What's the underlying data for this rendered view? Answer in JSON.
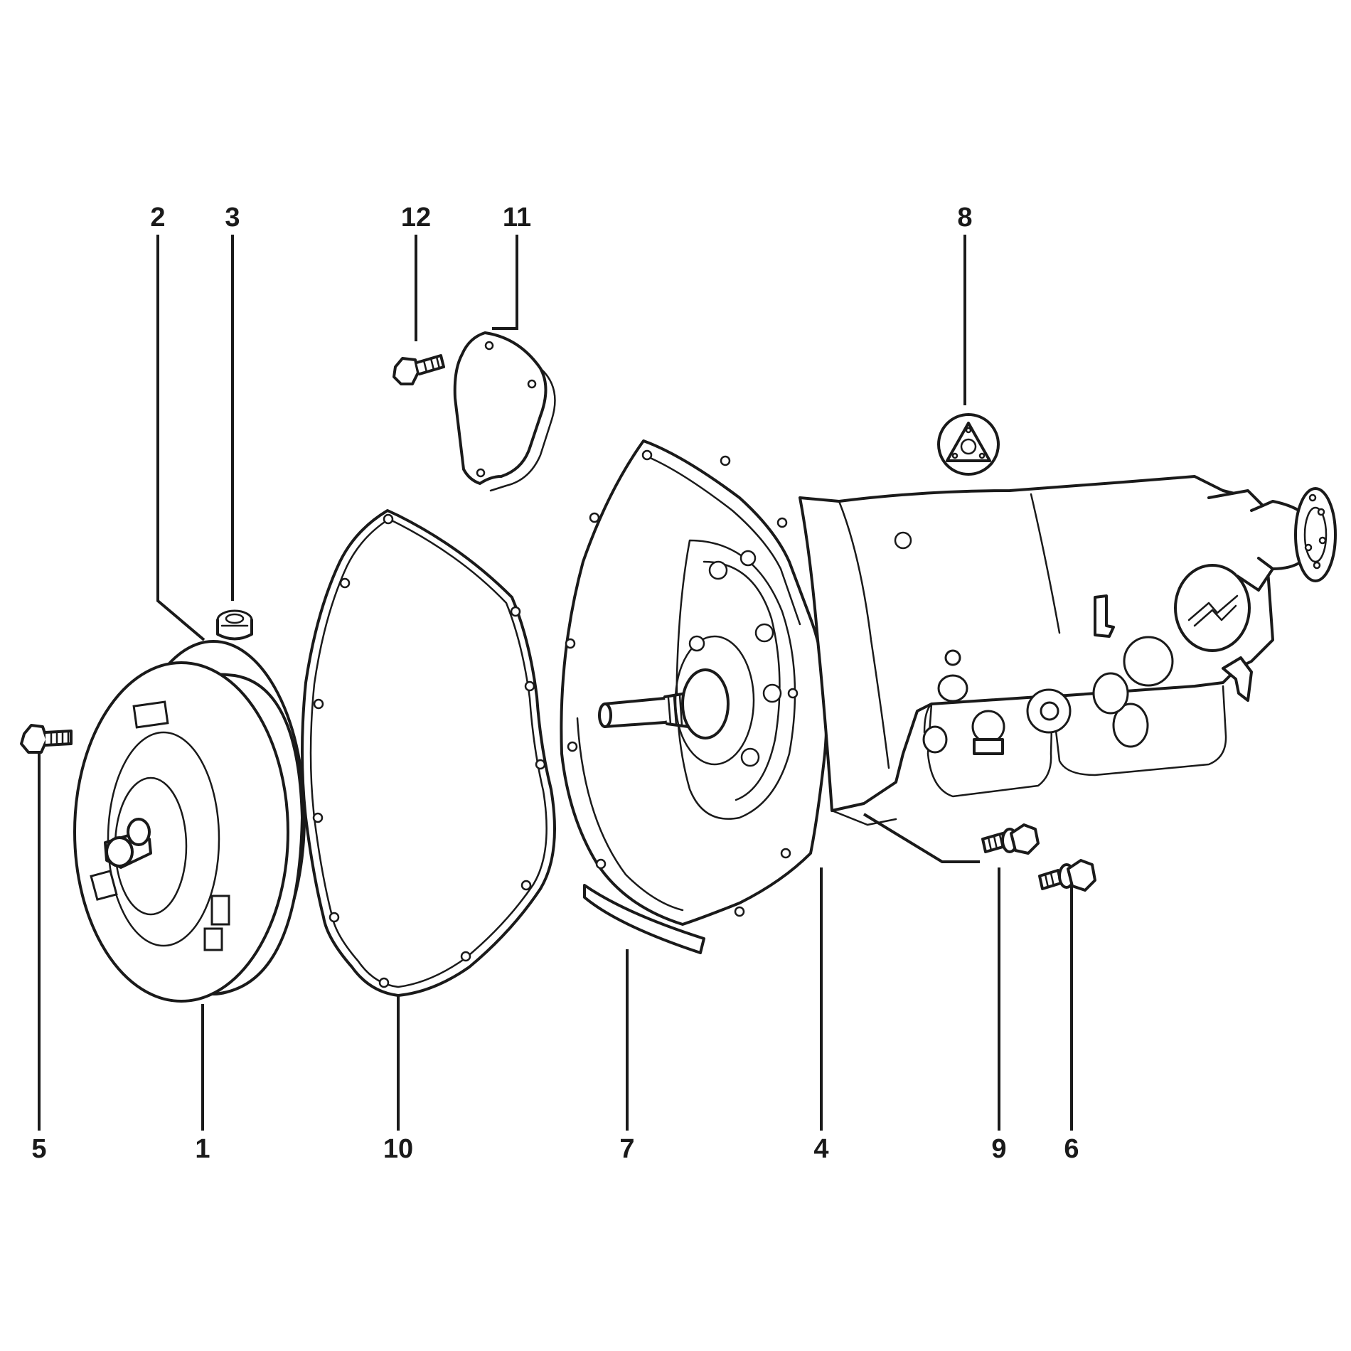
{
  "callouts": [
    {
      "id": "2",
      "label": "2"
    },
    {
      "id": "3",
      "label": "3"
    },
    {
      "id": "12",
      "label": "12"
    },
    {
      "id": "11",
      "label": "11"
    },
    {
      "id": "8",
      "label": "8"
    },
    {
      "id": "5",
      "label": "5"
    },
    {
      "id": "1",
      "label": "1"
    },
    {
      "id": "10",
      "label": "10"
    },
    {
      "id": "7",
      "label": "7"
    },
    {
      "id": "4",
      "label": "4"
    },
    {
      "id": "9",
      "label": "9"
    },
    {
      "id": "6",
      "label": "6"
    }
  ]
}
